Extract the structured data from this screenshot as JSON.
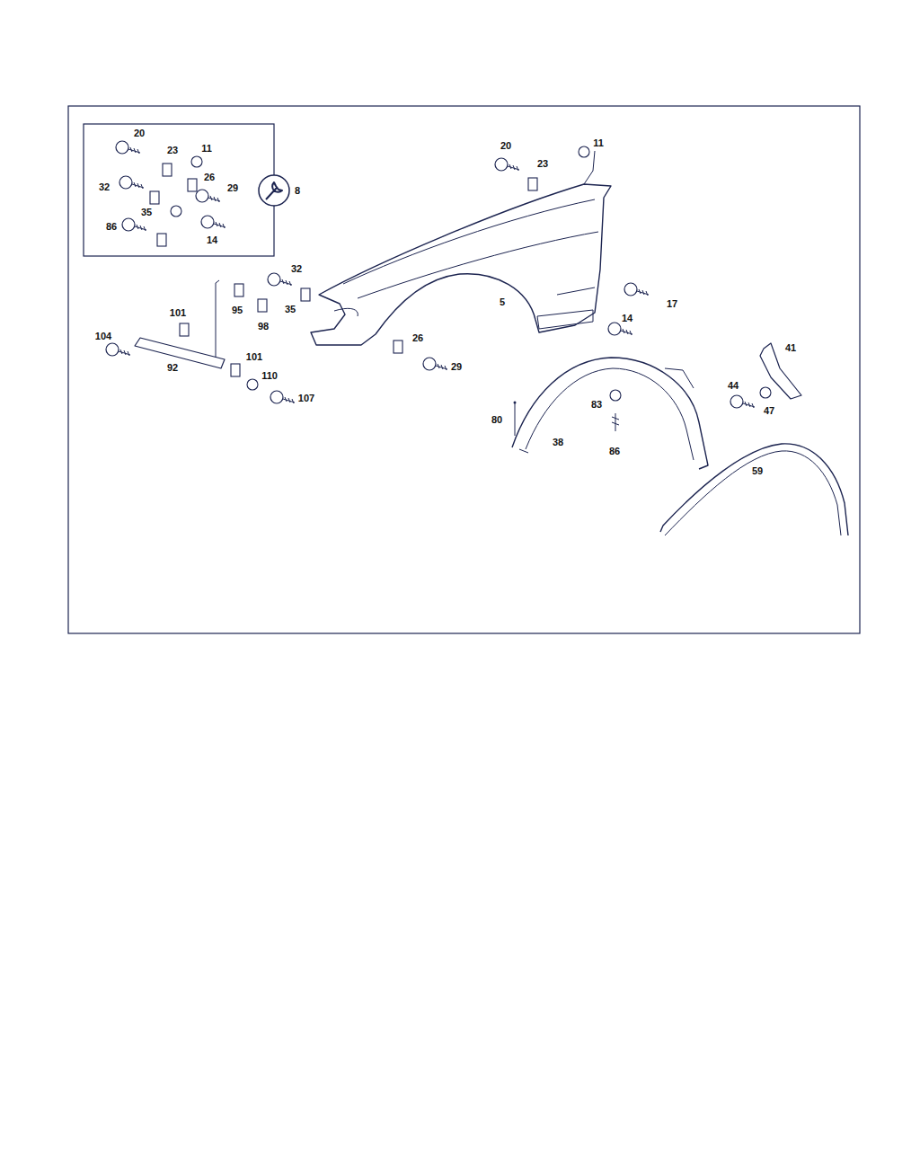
{
  "diagram": {
    "labels": [
      "20",
      "23",
      "11",
      "32",
      "26",
      "29",
      "35",
      "86",
      "14",
      "8",
      "20",
      "23",
      "11",
      "32",
      "95",
      "35",
      "98",
      "5",
      "17",
      "14",
      "101",
      "104",
      "26",
      "29",
      "92",
      "101",
      "110",
      "107",
      "41",
      "44",
      "47",
      "83",
      "80",
      "38",
      "86",
      "59"
    ]
  }
}
